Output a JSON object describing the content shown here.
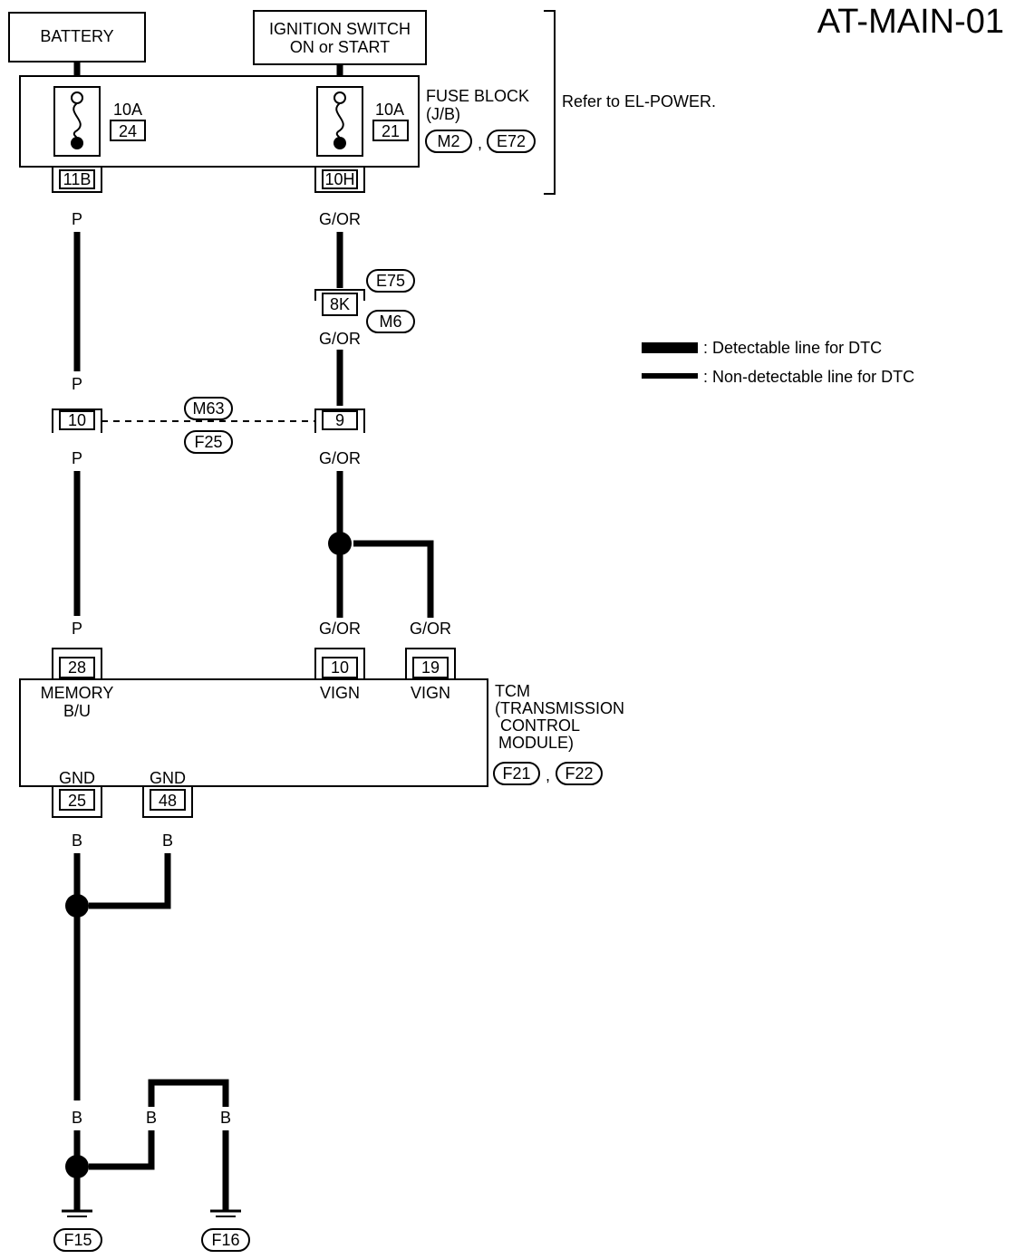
{
  "title": "AT-MAIN-01",
  "battery": "BATTERY",
  "ignition": {
    "line1": "IGNITION SWITCH",
    "line2": "ON or START"
  },
  "fuse_block": {
    "line1": "FUSE BLOCK",
    "line2": "(J/B)",
    "connectors": [
      "M2",
      "E72"
    ],
    "separator": ",",
    "refer": "Refer to EL-POWER."
  },
  "fuses": [
    {
      "amp": "10A",
      "number": "24"
    },
    {
      "amp": "10A",
      "number": "21"
    }
  ],
  "terminals": {
    "fb_left": "11B",
    "fb_right": "10H",
    "e75_mid": "8K",
    "m63_left": "10",
    "m63_right": "9",
    "tcm_28": "28",
    "tcm_10": "10",
    "tcm_19": "19",
    "tcm_25": "25",
    "tcm_48": "48"
  },
  "connectors": {
    "e75": "E75",
    "m6": "M6",
    "m63": "M63",
    "f25": "F25",
    "f21": "F21",
    "f22": "F22",
    "f15": "F15",
    "f16": "F16"
  },
  "wire_colors": {
    "pink": "P",
    "green_orange": "G/OR",
    "black": "B"
  },
  "tcm": {
    "memory": "MEMORY",
    "bu": "B/U",
    "vign": "VIGN",
    "gnd": "GND",
    "name1": "TCM",
    "name2": "(TRANSMISSION",
    "name3": "CONTROL",
    "name4": "MODULE)",
    "separator": ","
  },
  "legend": [
    {
      "style": "thick",
      "label": ": Detectable line for DTC"
    },
    {
      "style": "thin",
      "label": ": Non-detectable line for DTC"
    }
  ]
}
